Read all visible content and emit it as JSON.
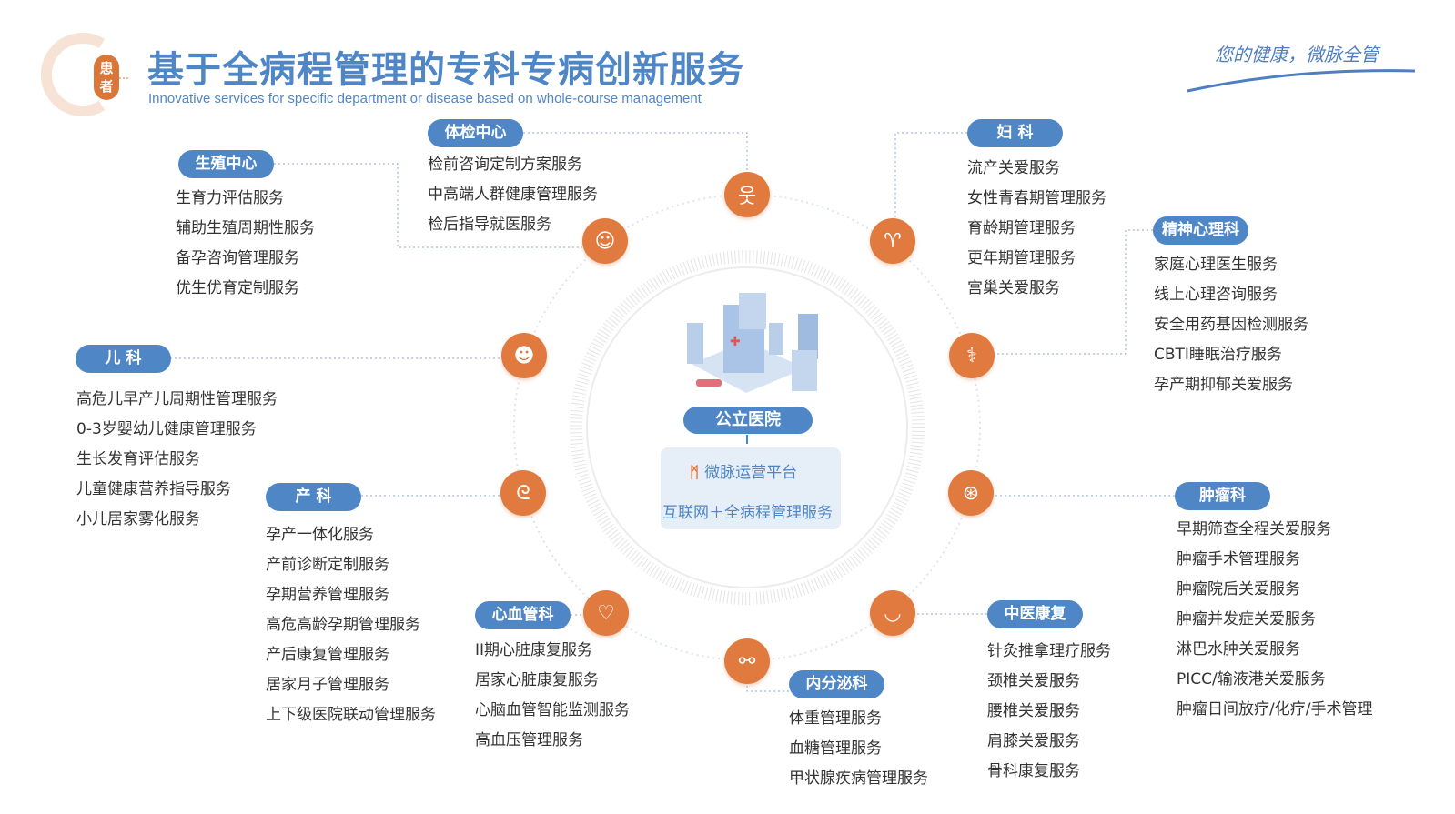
{
  "header": {
    "title": "基于全病程管理的专科专病创新服务",
    "subtitle": "Innovative services for specific department or disease based on whole-course management",
    "badge": "患者",
    "slogan": "您的健康，微脉全管"
  },
  "center": {
    "hospital": "公立医院",
    "platform": "微脉运营平台",
    "service": "互联网＋全病程管理服务"
  },
  "colors": {
    "accent": "#4f86c6",
    "icon": "#e17a3e"
  },
  "departments": [
    {
      "name": "生殖中心",
      "icon": "face-search-icon",
      "items": [
        "生育力评估服务",
        "辅助生殖周期性服务",
        "备孕咨询管理服务",
        "优生优育定制服务"
      ]
    },
    {
      "name": "体检中心",
      "icon": "person-icon",
      "items": [
        "检前咨询定制方案服务",
        "中高端人群健康管理服务",
        "检后指导就医服务"
      ]
    },
    {
      "name": "妇 科",
      "icon": "uterus-icon",
      "items": [
        "流产关爱服务",
        "女性青春期管理服务",
        "育龄期管理服务",
        "更年期管理服务",
        "宫巢关爱服务"
      ]
    },
    {
      "name": "精神心理科",
      "icon": "doctor-icon",
      "items": [
        "家庭心理医生服务",
        "线上心理咨询服务",
        "安全用药基因检测服务",
        "CBTI睡眠治疗服务",
        "孕产期抑郁关爱服务"
      ]
    },
    {
      "name": "儿 科",
      "icon": "baby-icon",
      "items": [
        "高危儿早产儿周期性管理服务",
        "0-3岁婴幼儿健康管理服务",
        "生长发育评估服务",
        "儿童健康营养指导服务",
        "小儿居家雾化服务"
      ]
    },
    {
      "name": "产 科",
      "icon": "fetus-icon",
      "items": [
        "孕产一体化服务",
        "产前诊断定制服务",
        "孕期营养管理服务",
        "高危高龄孕期管理服务",
        "产后康复管理服务",
        "居家月子管理服务",
        "上下级医院联动管理服务"
      ]
    },
    {
      "name": "肿瘤科",
      "icon": "cell-icon",
      "items": [
        "早期筛查全程关爱服务",
        "肿瘤手术管理服务",
        "肿瘤院后关爱服务",
        "肿瘤并发症关爱服务",
        "淋巴水肿关爱服务",
        "PICC/输液港关爱服务",
        "肿瘤日间放疗/化疗/手术管理"
      ]
    },
    {
      "name": "心血管科",
      "icon": "heart-icon",
      "items": [
        "II期心脏康复服务",
        "居家心脏康复服务",
        "心脑血管智能监测服务",
        "高血压管理服务"
      ]
    },
    {
      "name": "内分泌科",
      "icon": "molecule-icon",
      "items": [
        "体重管理服务",
        "血糖管理服务",
        "甲状腺疾病管理服务"
      ]
    },
    {
      "name": "中医康复",
      "icon": "herb-bowl-icon",
      "items": [
        "针灸推拿理疗服务",
        "颈椎关爱服务",
        "腰椎关爱服务",
        "肩膝关爱服务",
        "骨科康复服务"
      ]
    }
  ]
}
